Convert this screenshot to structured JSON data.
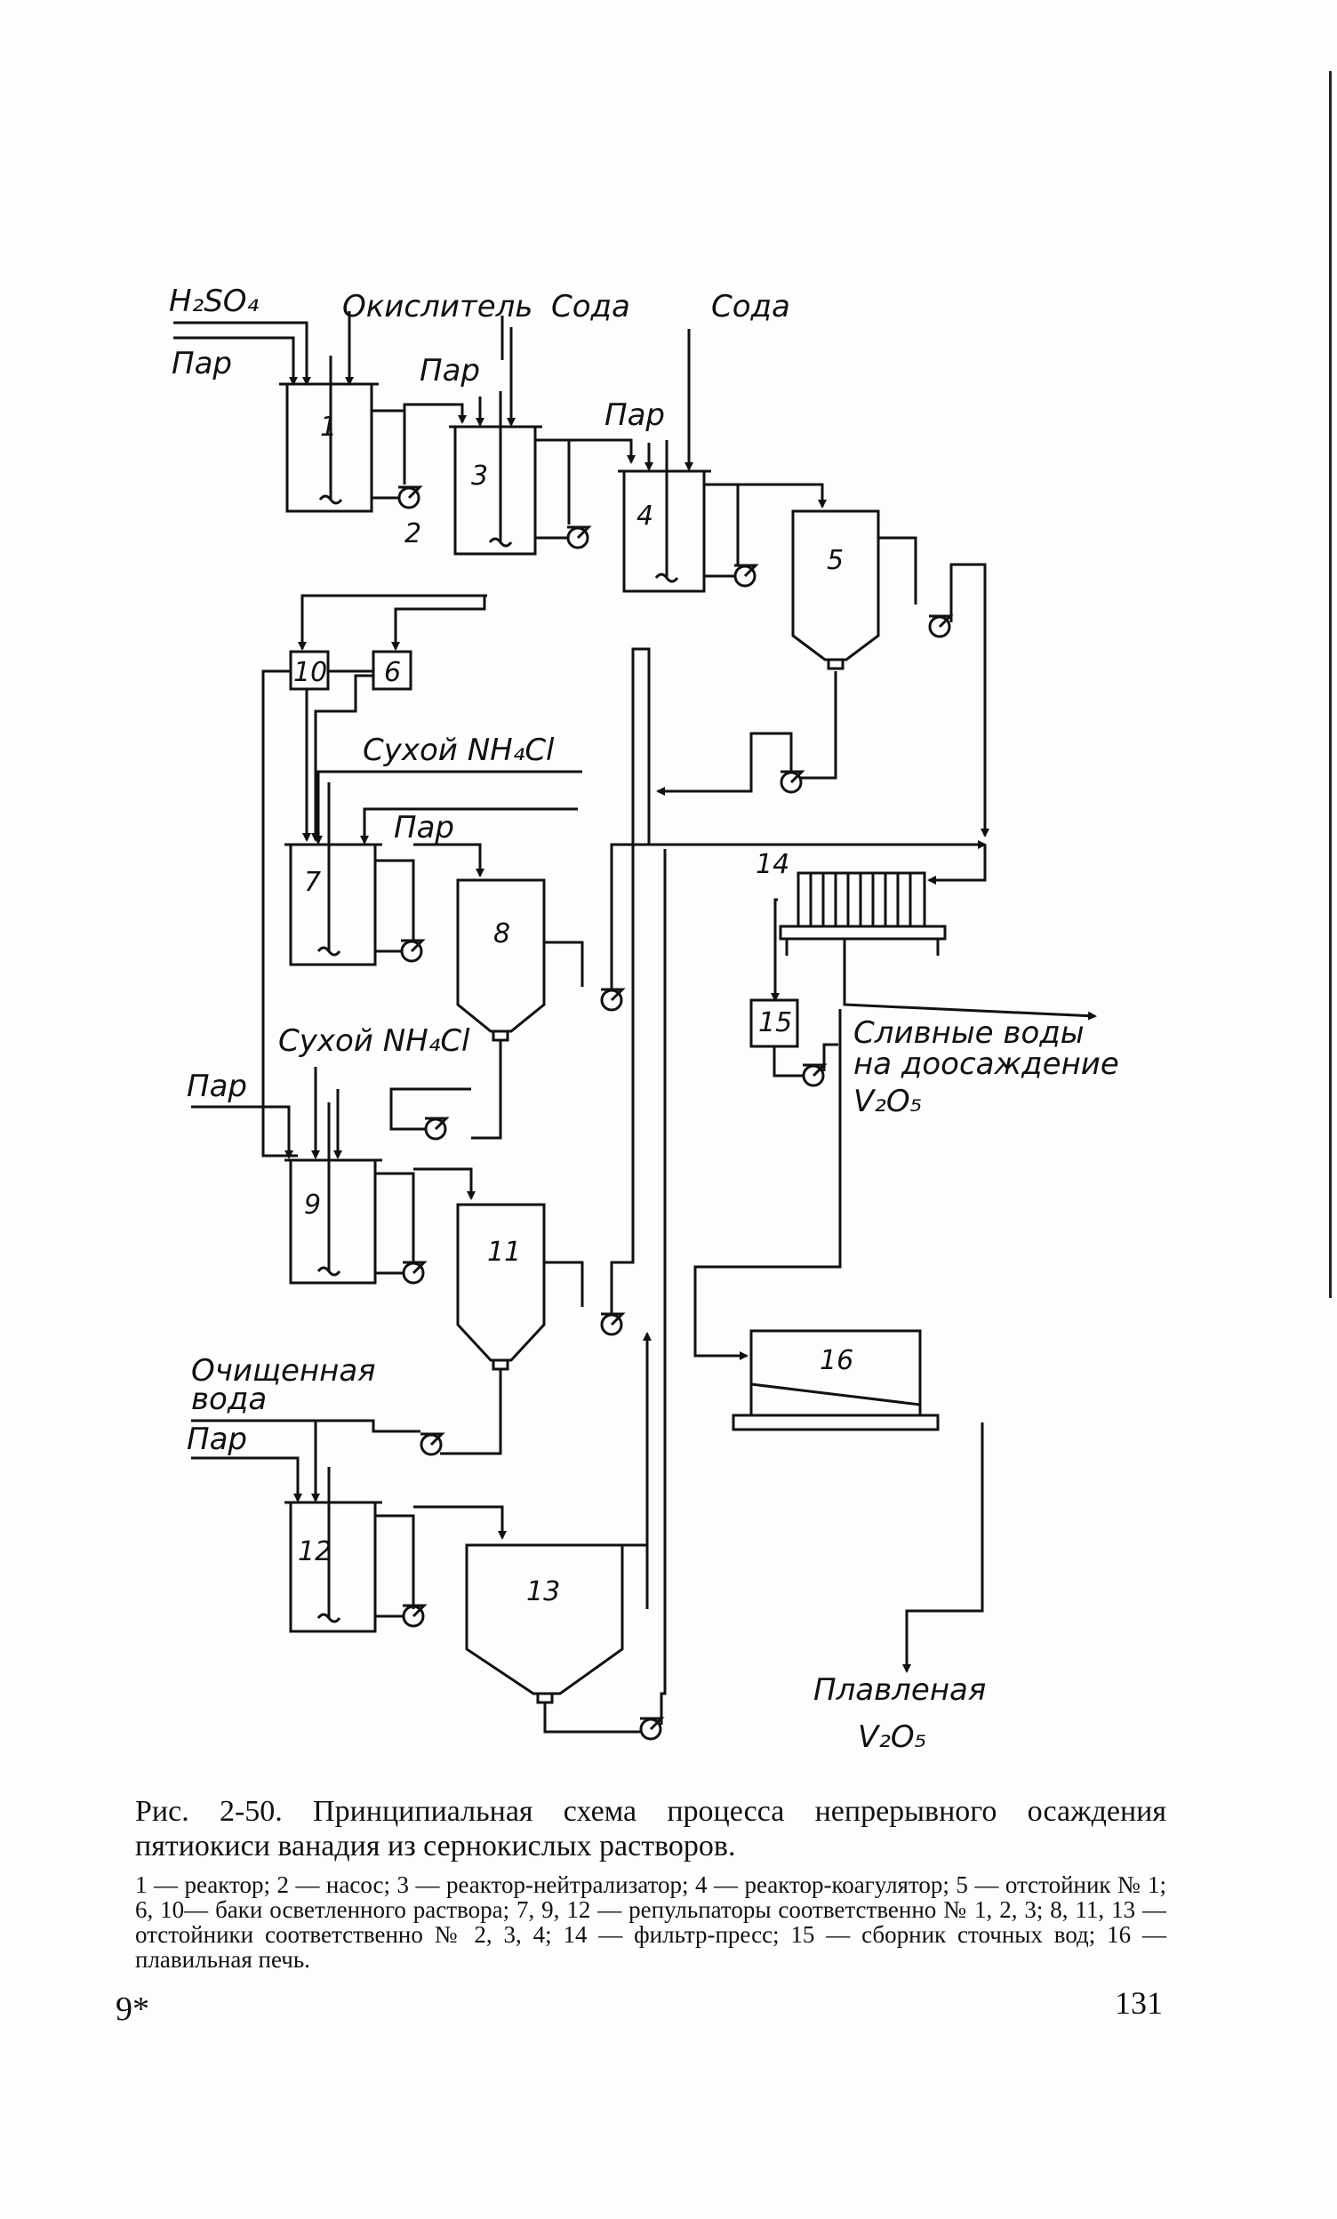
{
  "diagram": {
    "labels": {
      "h2so4": "H₂SO₄",
      "oxidant": "Окислитель",
      "soda1": "Сода",
      "soda2": "Сода",
      "steam_in1": "Пар",
      "steam_r3": "Пар",
      "steam_r4": "Пар",
      "dry1": "Сухой NH₄Cl",
      "steam_r7": "Пар",
      "dry2": "Сухой NH₄Cl",
      "steam_r9": "Пар",
      "pure_water": "Очищенная",
      "pure_water_2": "вода",
      "steam_r12": "Пар",
      "waste_water": "Сливные воды",
      "waste_water_2": "на доосаждение",
      "waste_water_3": "V₂O₅",
      "product": "Плавленая",
      "product_2": "V₂O₅"
    },
    "units": {
      "u1": "1",
      "u2": "2",
      "u3": "3",
      "u4": "4",
      "u5": "5",
      "u6": "6",
      "u7": "7",
      "u8": "8",
      "u9": "9",
      "u10": "10",
      "u11": "11",
      "u12": "12",
      "u13": "13",
      "u14": "14",
      "u15": "15",
      "u16": "16"
    }
  },
  "caption": {
    "title": "Рис. 2-50. Принципиальная схема процесса непрерывного осаждения пятиокиси ванадия из сернокислых растворов.",
    "legend": "1 — реактор; 2 — насос; 3 — реактор-нейтрализатор; 4 — реактор-коагулятор; 5 — отстойник № 1; 6, 10— баки осветленного раствора; 7, 9, 12 — репульпаторы соответственно № 1, 2, 3; 8, 11, 13 — отстойники соответственно № 2, 3, 4; 14 — фильтр-пресс; 15 — сборник сточных вод; 16 — плавильная печь."
  },
  "page": {
    "left_mark": "9*",
    "number": "131"
  }
}
